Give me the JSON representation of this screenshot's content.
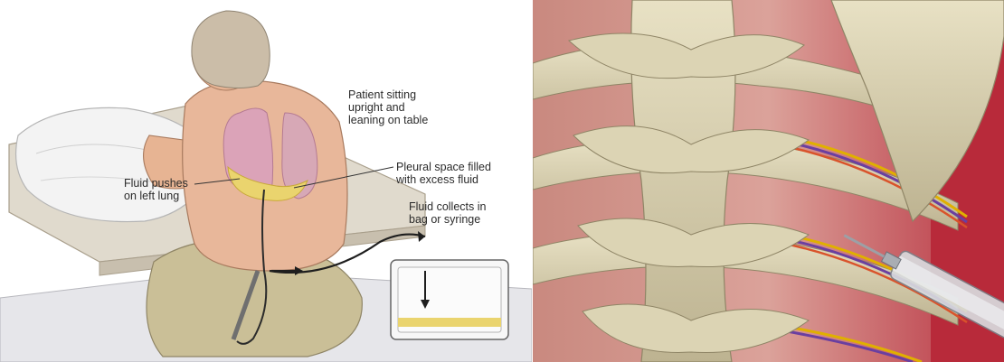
{
  "left_illustration": {
    "labels": {
      "patient_position": "Patient sitting\nupright and\nleaning on table",
      "fluid_pushes": "Fluid pushes\non left lung",
      "pleural_space": "Pleural space filled\nwith excess fluid",
      "fluid_collects": "Fluid collects in\nbag or syringe"
    }
  },
  "colors": {
    "skin": "#e8b79a",
    "lung": "#d9a1b5",
    "fluid": "#e8d36a",
    "hair": "#cbbda8",
    "pants": "#c9bf96",
    "pillow": "#f1f1f1",
    "table": "#d9d2c4",
    "bone": "#d8d0b0",
    "muscle": "#b82a3a",
    "tissue": "#d98c86",
    "nerve": "#e0b000",
    "vein": "#6a3fa0"
  }
}
